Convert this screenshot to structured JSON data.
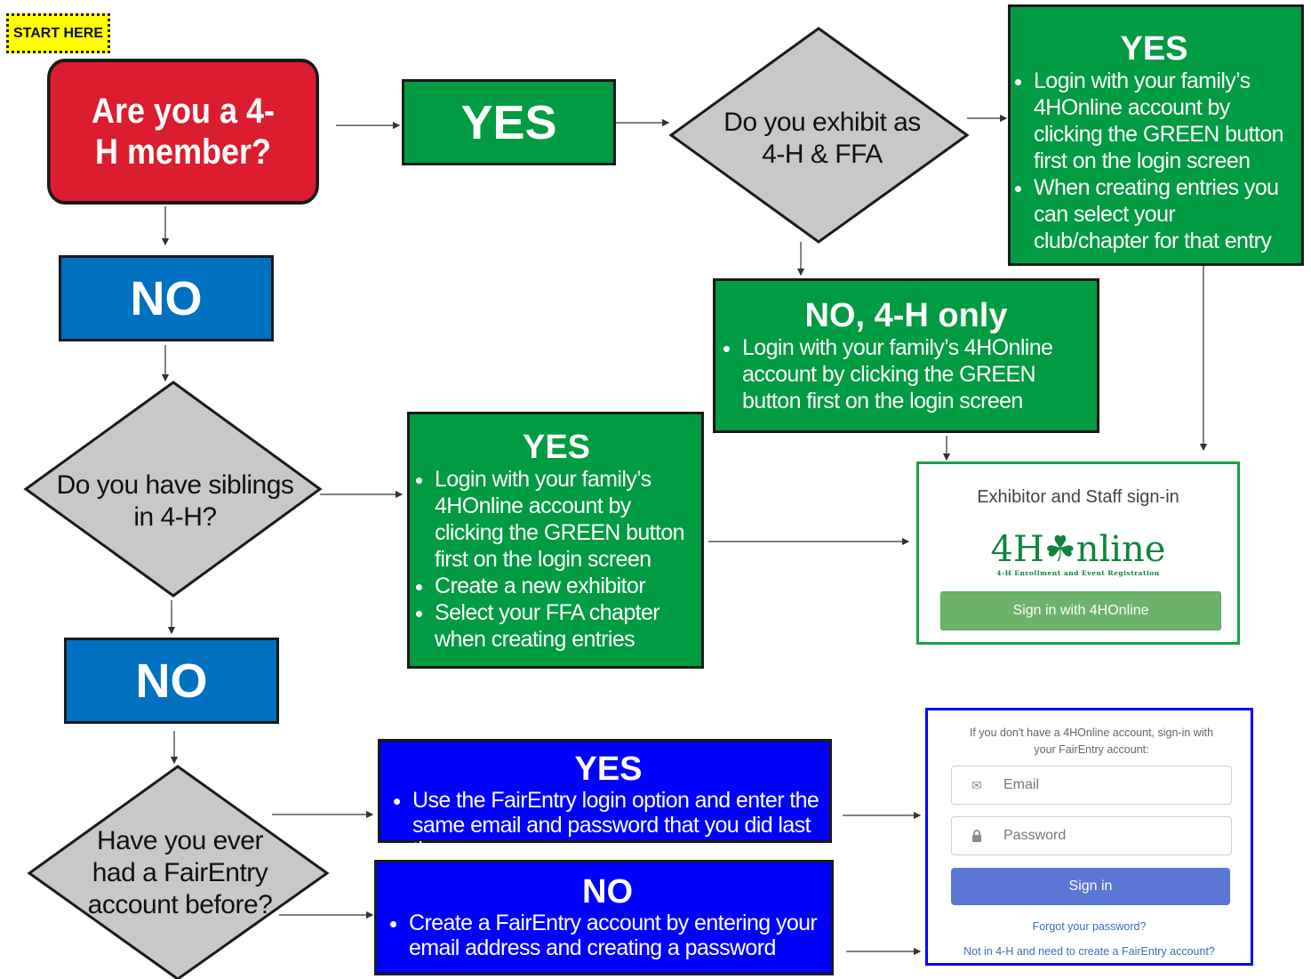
{
  "start": "START HERE",
  "q_member": "Are you a 4-H member?",
  "yes_label": "YES",
  "no_label": "NO",
  "q_exhibit": [
    "Do you exhibit as",
    "4-H & FFA"
  ],
  "q_siblings": [
    "Do you have siblings",
    "in 4-H?"
  ],
  "q_fairentry": [
    "Have you ever",
    "had a FairEntry",
    "account before?"
  ],
  "yes_both": {
    "title": "YES",
    "bullets": [
      "Login with your family’s 4HOnline account by clicking the GREEN button first on the login screen",
      "When creating entries you can select your club/chapter for that entry"
    ]
  },
  "no_4h_only": {
    "title": "NO, 4-H only",
    "bullets": [
      "Login with your family’s 4HOnline account by clicking the GREEN button first on the login screen"
    ]
  },
  "yes_siblings": {
    "title": "YES",
    "bullets": [
      "Login with your family’s 4HOnline account by clicking the GREEN button first on the login screen",
      "Create a new exhibitor",
      "Select your FFA chapter when creating entries"
    ]
  },
  "yes_fairentry": {
    "title": "YES",
    "bullets": [
      "Use the FairEntry login option and enter the same email and password that you did last time"
    ]
  },
  "no_fairentry": {
    "title": "NO",
    "bullets": [
      "Create a FairEntry account by entering your email address and creating a password"
    ]
  },
  "signin_card": {
    "title": "Exhibitor and Staff sign-in",
    "logo": "4H☘nline",
    "logo_sub": "4-H Enrollment and Event Registration",
    "button": "Sign in with 4HOnline"
  },
  "login_card": {
    "intro": "If you don't have a 4HOnline account, sign-in with your FairEntry account:",
    "email_placeholder": "Email",
    "password_placeholder": "Password",
    "signin_button": "Sign in",
    "forgot": "Forgot your password?",
    "create": "Not in 4-H and need to create a FairEntry account?"
  },
  "colors": {
    "red": "#dc1c2f",
    "green": "#019b42",
    "blue": "#0070c0",
    "vivid_blue": "#0000ff",
    "gray": "#c8c8c9",
    "start_yellow": "#ffff00"
  }
}
